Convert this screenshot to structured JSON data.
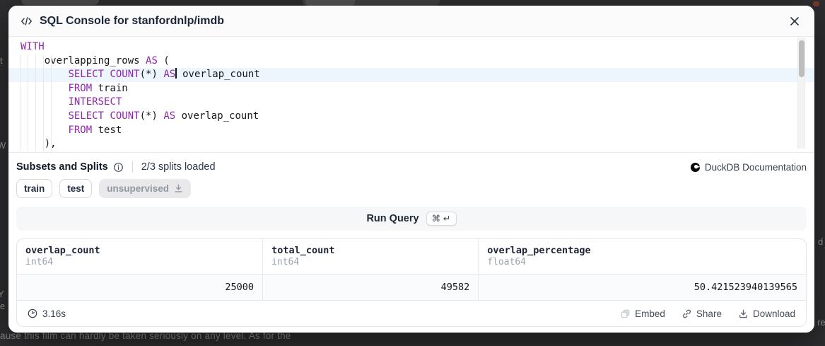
{
  "backdrop": {
    "bottom_text": "ause this film can hardly be taken seriously on any level. As for the",
    "left_letters": [
      "t",
      "W",
      "Y",
      "e"
    ],
    "right_letters": [
      "d",
      "re"
    ]
  },
  "modal": {
    "header": {
      "title": "SQL Console for stanfordnlp/imdb"
    },
    "editor": {
      "colors": {
        "keyword": "#8f27ad",
        "active_line": "#edf5fd"
      },
      "active_line_index": 2,
      "lines": [
        [
          [
            "kw",
            "WITH"
          ]
        ],
        [
          [
            "pl",
            "    overlapping_rows "
          ],
          [
            "kw",
            "AS"
          ],
          [
            "pl",
            " ("
          ]
        ],
        [
          [
            "pl",
            "        "
          ],
          [
            "kw",
            "SELECT"
          ],
          [
            "pl",
            " "
          ],
          [
            "kw",
            "COUNT"
          ],
          [
            "pl",
            "(*) "
          ],
          [
            "kw",
            "AS"
          ],
          [
            "cur",
            ""
          ],
          [
            "pl",
            " overlap_count"
          ]
        ],
        [
          [
            "pl",
            "        "
          ],
          [
            "kw",
            "FROM"
          ],
          [
            "pl",
            " train"
          ]
        ],
        [
          [
            "pl",
            "        "
          ],
          [
            "kw",
            "INTERSECT"
          ]
        ],
        [
          [
            "pl",
            "        "
          ],
          [
            "kw",
            "SELECT"
          ],
          [
            "pl",
            " "
          ],
          [
            "kw",
            "COUNT"
          ],
          [
            "pl",
            "(*) "
          ],
          [
            "kw",
            "AS"
          ],
          [
            "pl",
            " overlap_count"
          ]
        ],
        [
          [
            "pl",
            "        "
          ],
          [
            "kw",
            "FROM"
          ],
          [
            "pl",
            " test"
          ]
        ],
        [
          [
            "pl",
            "    ),"
          ]
        ]
      ]
    },
    "subsets": {
      "label": "Subsets and Splits",
      "loaded": "2/3 splits loaded",
      "chips": [
        {
          "label": "train"
        },
        {
          "label": "test"
        },
        {
          "label": "unsupervised"
        }
      ],
      "doc_link": "DuckDB Documentation"
    },
    "run": {
      "label": "Run Query",
      "kbd": "⌘ ↵"
    },
    "results": {
      "columns": [
        {
          "name": "overlap_count",
          "type": "int64"
        },
        {
          "name": "total_count",
          "type": "int64"
        },
        {
          "name": "overlap_percentage",
          "type": "float64"
        }
      ],
      "row": [
        "25000",
        "49582",
        "50.421523940139565"
      ],
      "duration": "3.16s",
      "actions": {
        "embed": "Embed",
        "share": "Share",
        "download": "Download"
      }
    }
  }
}
